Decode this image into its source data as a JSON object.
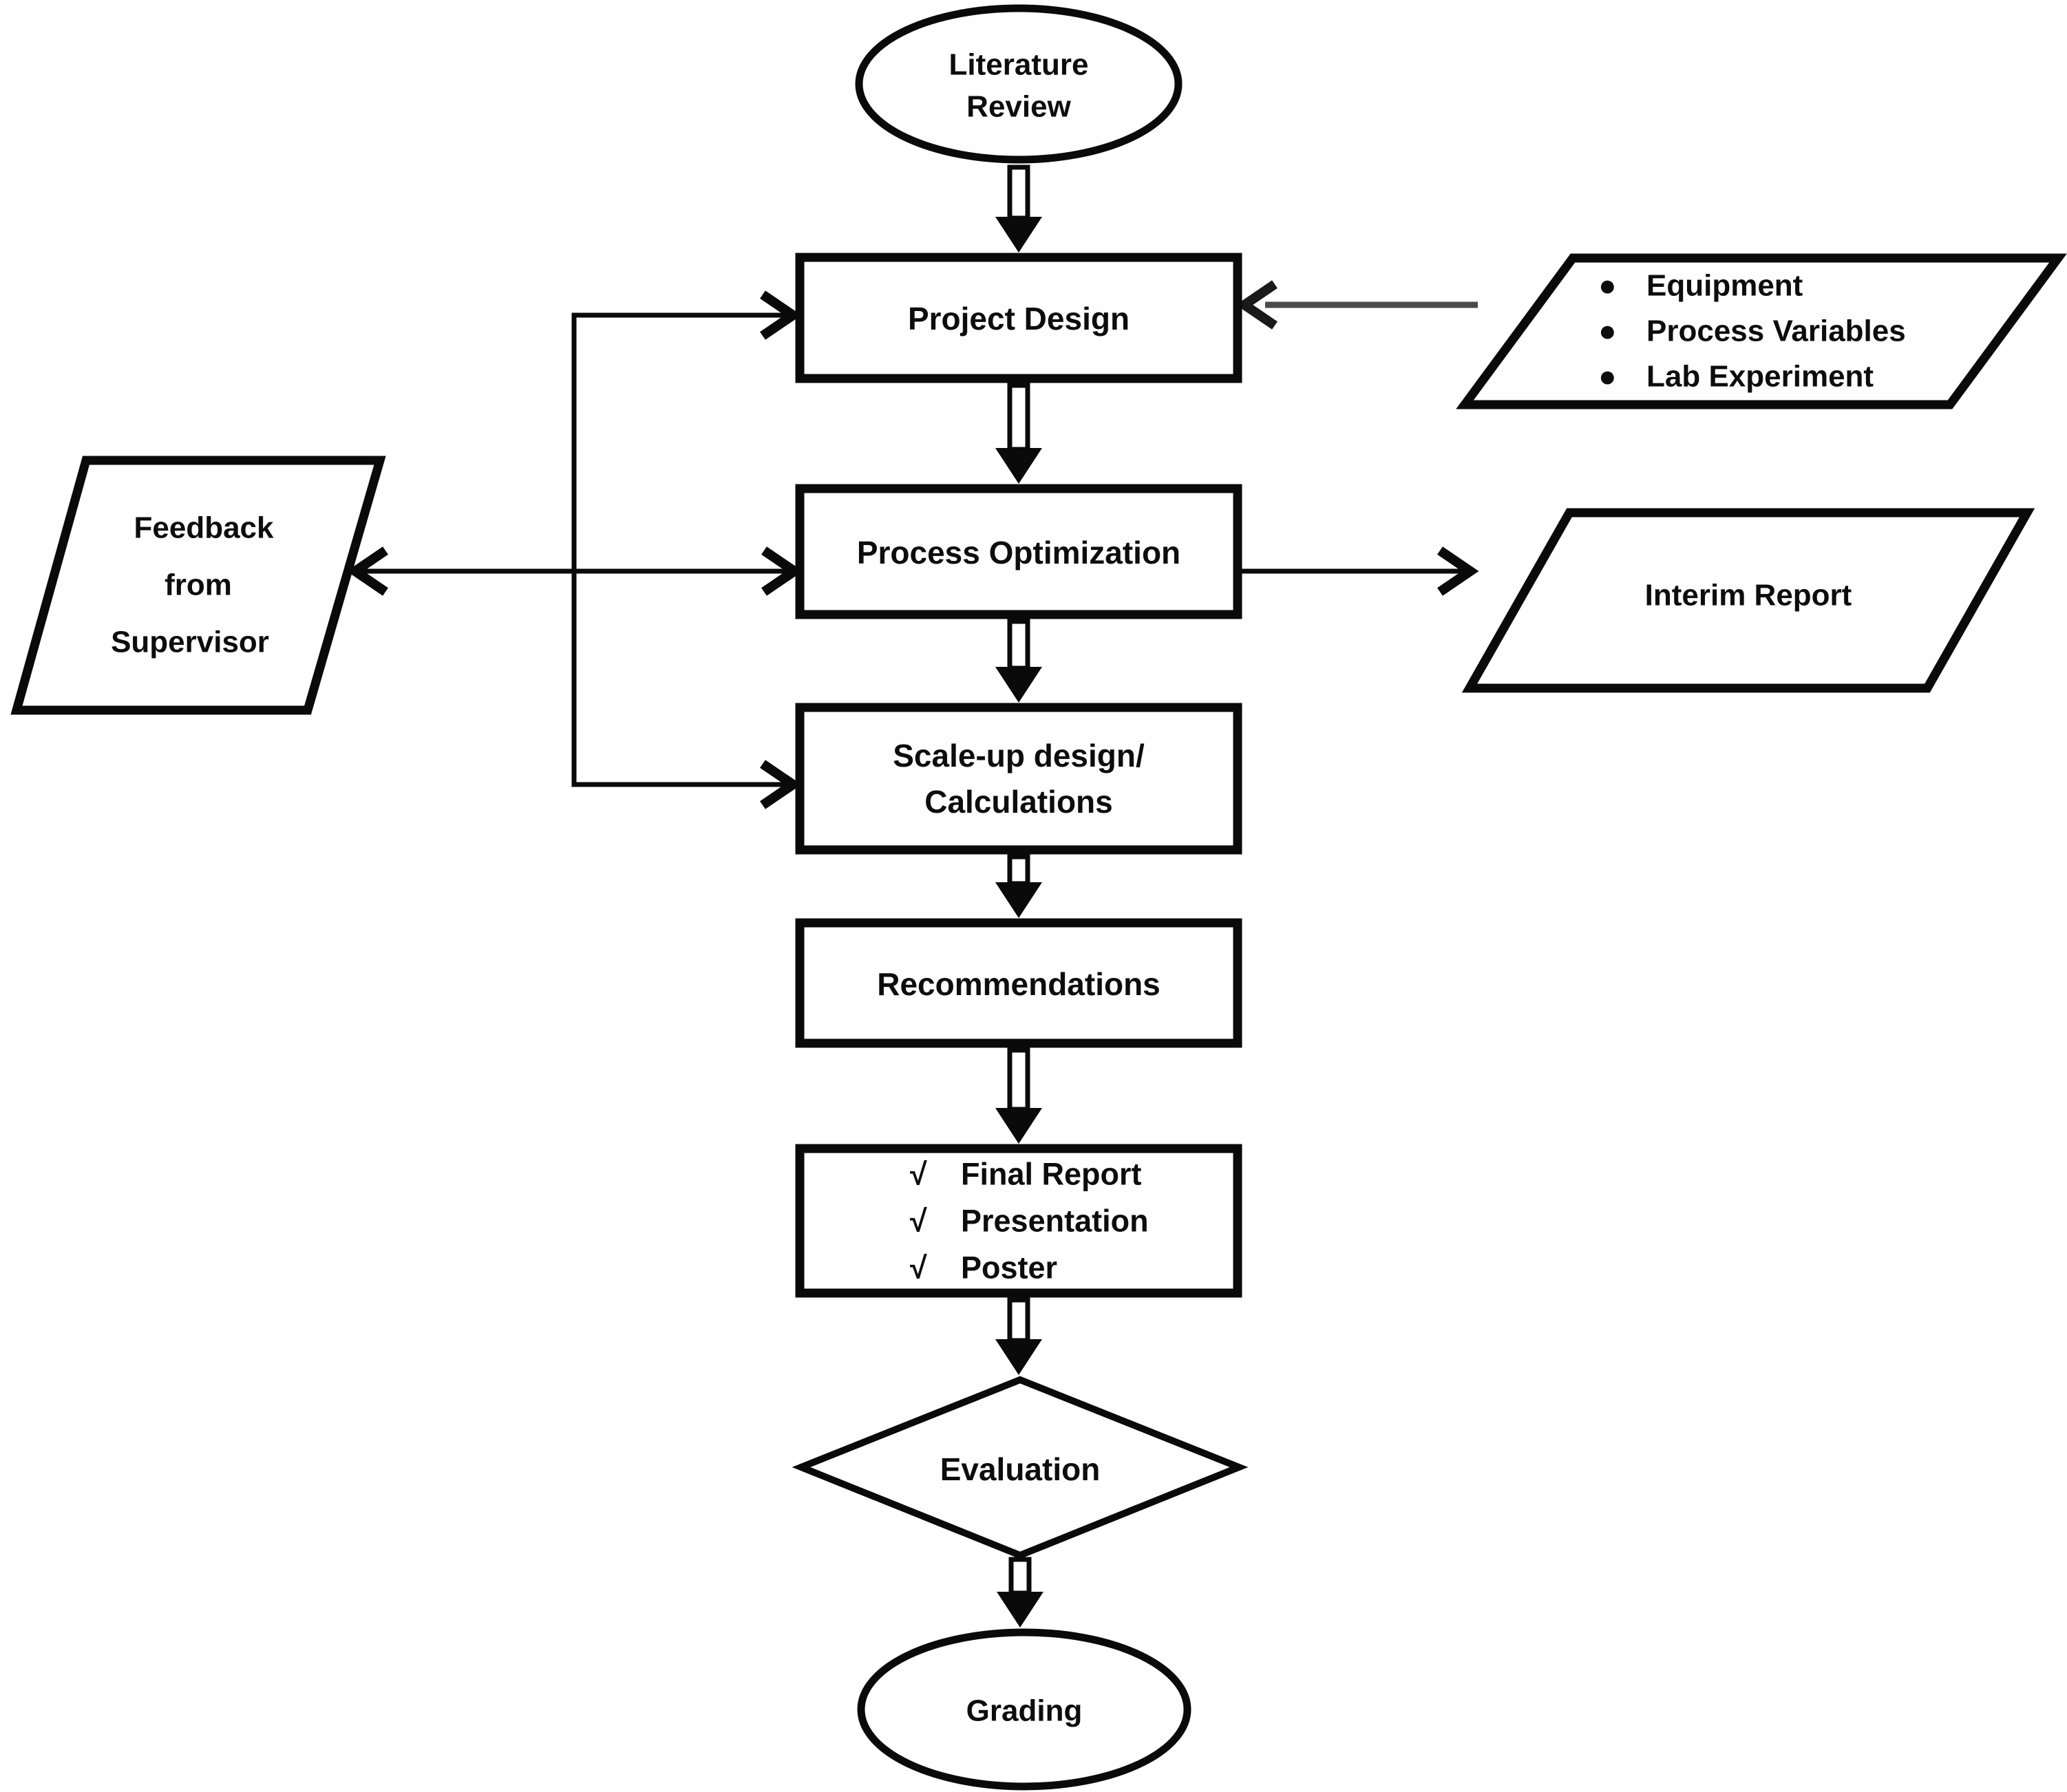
{
  "flowchart": {
    "background_color": "#ffffff",
    "line_color": "#0a0a0a",
    "gray_connector_color": "#4a4a4a",
    "bullet_char": "●",
    "check_char": "√",
    "nodes": {
      "literature_review": {
        "shape": "terminator-ellipse",
        "lines": [
          "Literature",
          "Review"
        ]
      },
      "project_design": {
        "shape": "process-rect",
        "label": "Project Design"
      },
      "design_inputs": {
        "shape": "data-parallelogram",
        "items": [
          "Equipment",
          "Process Variables",
          "Lab Experiment"
        ]
      },
      "process_optimization": {
        "shape": "process-rect",
        "label": "Process Optimization"
      },
      "feedback_from_supervisor": {
        "shape": "data-parallelogram",
        "lines": [
          "Feedback",
          "from",
          "Supervisor"
        ]
      },
      "interim_report": {
        "shape": "data-parallelogram",
        "label": "Interim Report"
      },
      "scale_up_design": {
        "shape": "process-rect",
        "lines": [
          "Scale-up design/",
          "Calculations"
        ]
      },
      "recommendations": {
        "shape": "process-rect",
        "label": "Recommendations"
      },
      "deliverables": {
        "shape": "process-rect",
        "items": [
          "Final Report",
          "Presentation",
          "Poster"
        ]
      },
      "evaluation": {
        "shape": "decision-diamond",
        "label": "Evaluation"
      },
      "grading": {
        "shape": "terminator-ellipse",
        "label": "Grading"
      }
    },
    "edges": [
      {
        "from": "literature_review",
        "to": "project_design",
        "style": "block-arrow-down"
      },
      {
        "from": "design_inputs",
        "to": "project_design",
        "style": "thin-gray-arrow-left"
      },
      {
        "from": "project_design",
        "to": "process_optimization",
        "style": "block-arrow-down"
      },
      {
        "from": "process_optimization",
        "to": "feedback_from_supervisor",
        "style": "thin-arrow-left"
      },
      {
        "from": "feedback_from_supervisor",
        "to": "project_design",
        "style": "thin-arrow-elbow"
      },
      {
        "from": "feedback_from_supervisor",
        "to": "process_optimization",
        "style": "thin-arrow-right"
      },
      {
        "from": "feedback_from_supervisor",
        "to": "scale_up_design",
        "style": "thin-arrow-elbow"
      },
      {
        "from": "process_optimization",
        "to": "interim_report",
        "style": "thin-arrow-right"
      },
      {
        "from": "process_optimization",
        "to": "scale_up_design",
        "style": "block-arrow-down"
      },
      {
        "from": "scale_up_design",
        "to": "recommendations",
        "style": "block-arrow-down"
      },
      {
        "from": "recommendations",
        "to": "deliverables",
        "style": "block-arrow-down"
      },
      {
        "from": "deliverables",
        "to": "evaluation",
        "style": "block-arrow-down"
      },
      {
        "from": "evaluation",
        "to": "grading",
        "style": "block-arrow-down"
      }
    ]
  }
}
